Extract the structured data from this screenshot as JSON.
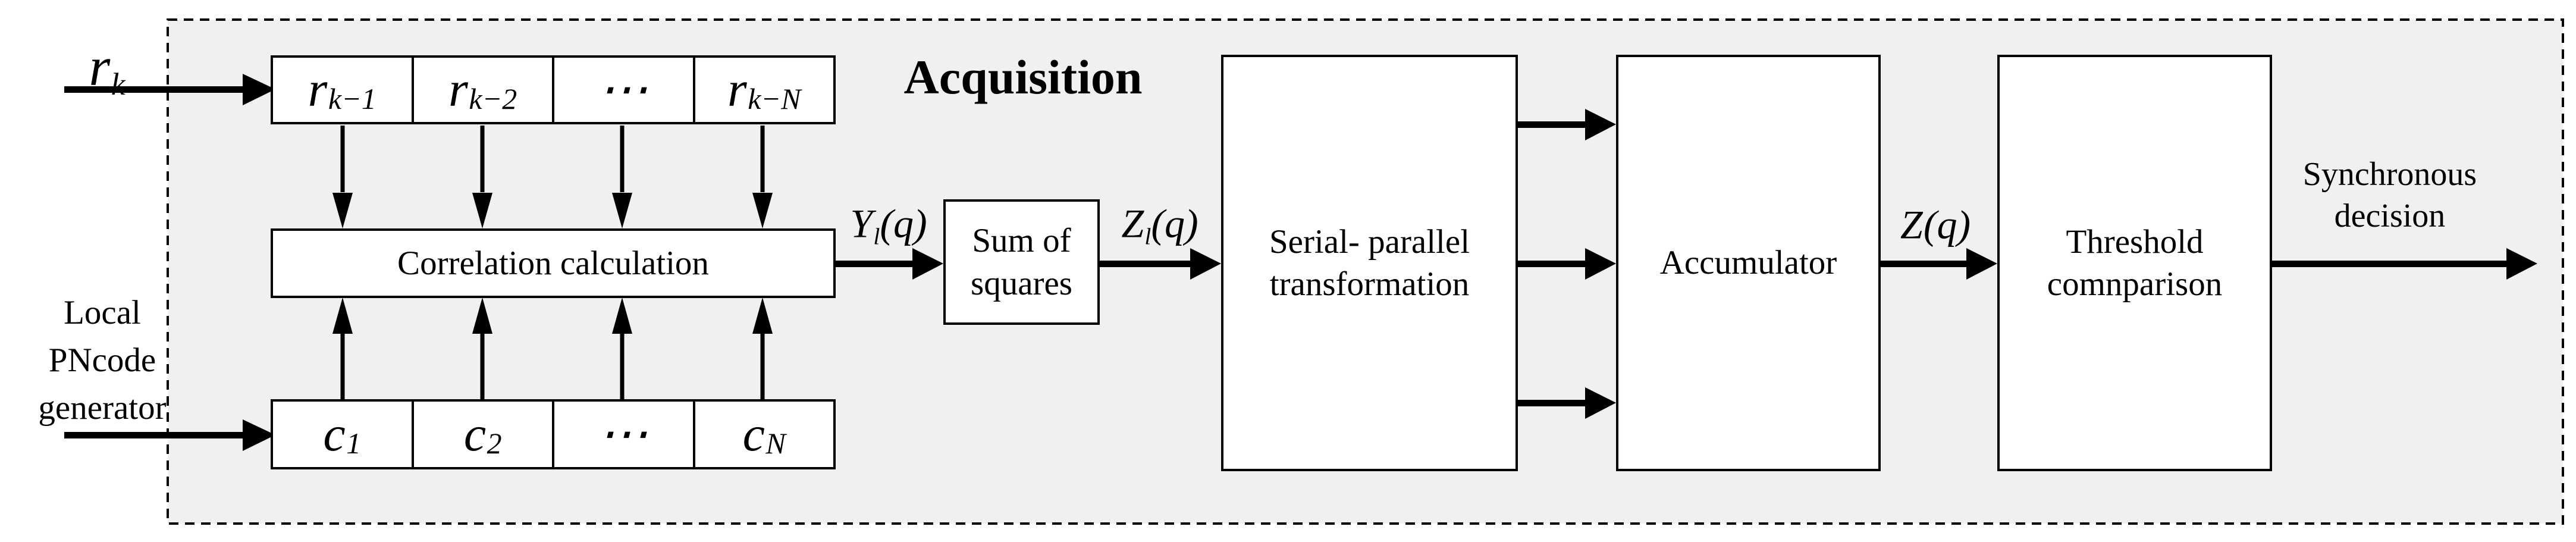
{
  "title": "Acquisition",
  "input_signal": {
    "base": "r",
    "sub": "k"
  },
  "register_cells": [
    {
      "base": "r",
      "sub": "k−1"
    },
    {
      "base": "r",
      "sub": "k−2"
    },
    {
      "base": "⋯",
      "sub": ""
    },
    {
      "base": "r",
      "sub": "k−N"
    }
  ],
  "code_cells": [
    {
      "base": "c",
      "sub": "1"
    },
    {
      "base": "c",
      "sub": "2"
    },
    {
      "base": "⋯",
      "sub": ""
    },
    {
      "base": "c",
      "sub": "N"
    }
  ],
  "local_label": [
    "Local",
    "PNcode",
    "generator"
  ],
  "blocks": {
    "correlation": "Correlation calculation",
    "sum_lines": [
      "Sum of",
      "squares"
    ],
    "serial_lines": [
      "Serial- parallel",
      "transformation"
    ],
    "accumulator": "Accumulator",
    "threshold_lines": [
      "Threshold",
      "comnparison"
    ]
  },
  "signals": {
    "y": {
      "base": "Y",
      "sub": "l",
      "rest": "(q)"
    },
    "zl": {
      "base": "Z",
      "sub": "l",
      "rest": "(q)"
    },
    "z": {
      "base": "Z",
      "sub": "",
      "rest": "(q)"
    }
  },
  "output_label": [
    "Synchronous",
    "decision"
  ],
  "colors": {
    "panel_fill": "#f0f0f0",
    "ink": "#000000"
  }
}
